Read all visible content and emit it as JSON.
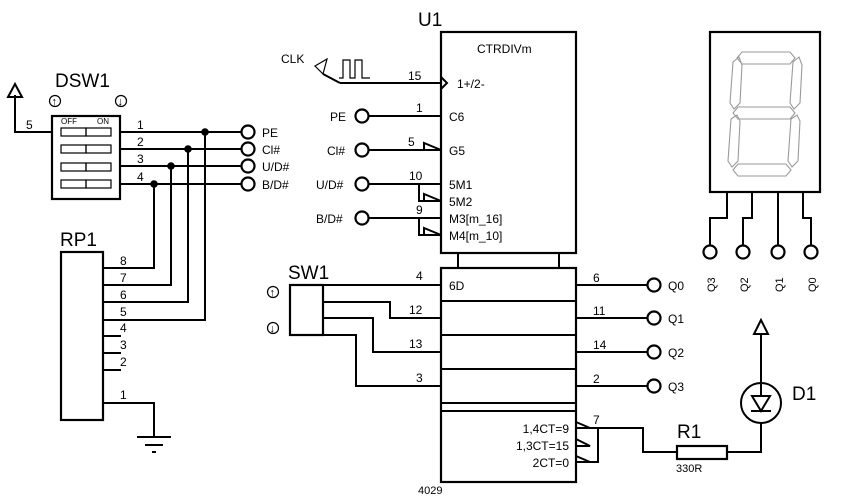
{
  "schematic": {
    "dsw1": {
      "ref": "DSW1",
      "off_label": "OFF",
      "on_label": "ON",
      "up_icon": "↑",
      "down_icon": "↓",
      "common_pin": "5",
      "pins": [
        "1",
        "2",
        "3",
        "4"
      ],
      "nets": [
        "PE",
        "Cl#",
        "U/D#",
        "B/D#"
      ]
    },
    "rp1": {
      "ref": "RP1",
      "pins": [
        "8",
        "7",
        "6",
        "5",
        "4",
        "3",
        "2",
        "1"
      ]
    },
    "u1": {
      "ref": "U1",
      "part": "4029",
      "function": "CTRDIVm",
      "clock_net": "CLK",
      "clock_pin": "15",
      "clock_label": "1+/2-",
      "inputs": [
        {
          "net": "PE",
          "pin": "1",
          "label": "C6"
        },
        {
          "net": "Cl#",
          "pin": "5",
          "label": "G5"
        },
        {
          "net": "U/D#",
          "pin": "10",
          "label": "5M1"
        },
        {
          "net": "",
          "pin": "",
          "label": "5M2"
        },
        {
          "net": "B/D#",
          "pin": "9",
          "label": "M3[m_16]"
        },
        {
          "net": "",
          "pin": "",
          "label": "M4[m_10]"
        }
      ],
      "data_label": "6D",
      "data_pins": [
        "4",
        "12",
        "13",
        "3"
      ],
      "out_pins": [
        "6",
        "11",
        "14",
        "2"
      ],
      "out_nets": [
        "Q0",
        "Q1",
        "Q2",
        "Q3"
      ],
      "carry_pin": "7",
      "carry_labels": [
        "1,4CT=9",
        "1,3CT=15",
        "2CT=0"
      ]
    },
    "sw1": {
      "ref": "SW1",
      "up_icon": "↑",
      "down_icon": "↓"
    },
    "display": {
      "pins": [
        "Q3",
        "Q2",
        "Q1",
        "Q0"
      ]
    },
    "d1": {
      "ref": "D1"
    },
    "r1": {
      "ref": "R1",
      "value": "330R"
    }
  }
}
